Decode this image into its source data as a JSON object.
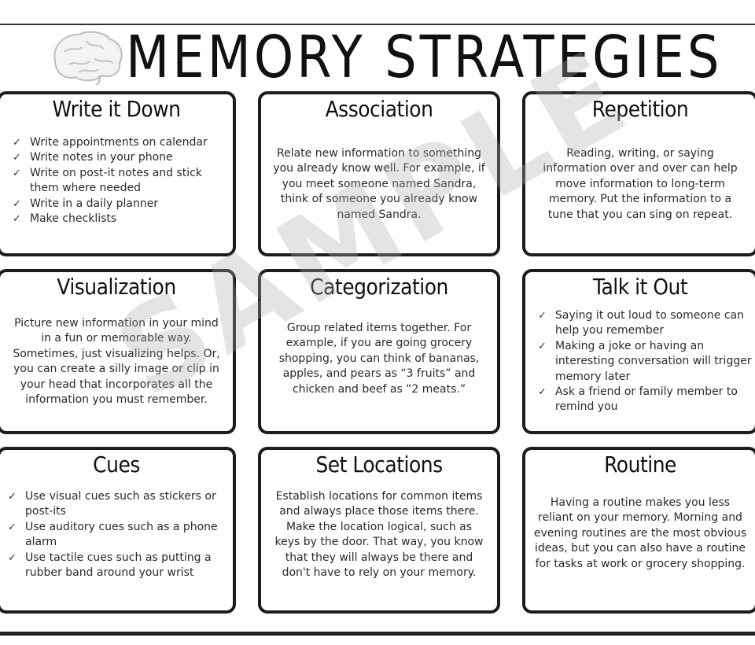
{
  "title": "MEMORY STRATEGIES",
  "watermark": "SAMPLE",
  "cards": {
    "write_it_down": {
      "heading": "Write it Down",
      "items": [
        "Write appointments on calendar",
        "Write notes in your phone",
        "Write on post-it notes and stick them where needed",
        "Write in a daily planner",
        "Make checklists"
      ]
    },
    "association": {
      "heading": "Association",
      "text": "Relate new information to something you already know well. For example, if you meet someone named Sandra, think of someone you already know named Sandra."
    },
    "repetition": {
      "heading": "Repetition",
      "text": "Reading, writing, or saying information over and over can help move information to long-term memory. Put the information to a tune that you can sing on repeat."
    },
    "visualization": {
      "heading": "Visualization",
      "text": "Picture new information in your mind in a fun or memorable way. Sometimes, just visualizing helps. Or, you can create a silly image or clip in your head that incorporates all the information you must remember."
    },
    "categorization": {
      "heading": "Categorization",
      "text": "Group related items together. For example, if you are going grocery shopping, you can think of bananas, apples, and pears as “3 fruits” and chicken and beef as “2 meats.”"
    },
    "talk_it_out": {
      "heading": "Talk it Out",
      "items": [
        "Saying it out loud to someone can help you remember",
        "Making a joke or having an interesting conversation will trigger memory later",
        "Ask a friend or family member to remind you"
      ]
    },
    "cues": {
      "heading": "Cues",
      "items": [
        "Use visual cues such as stickers or post-its",
        "Use auditory cues such as a phone alarm",
        "Use tactile cues such as putting a rubber band around your wrist"
      ]
    },
    "set_locations": {
      "heading": "Set Locations",
      "text": "Establish locations for common items and always place those items there. Make the location logical, such as keys by the door. That way, you know that they will always be there and don't have to rely on your memory."
    },
    "routine": {
      "heading": "Routine",
      "text": "Having a routine makes you less reliant on your memory. Morning and evening routines are the most obvious ideas, but you can also have a routine for tasks at work or grocery shopping."
    }
  }
}
